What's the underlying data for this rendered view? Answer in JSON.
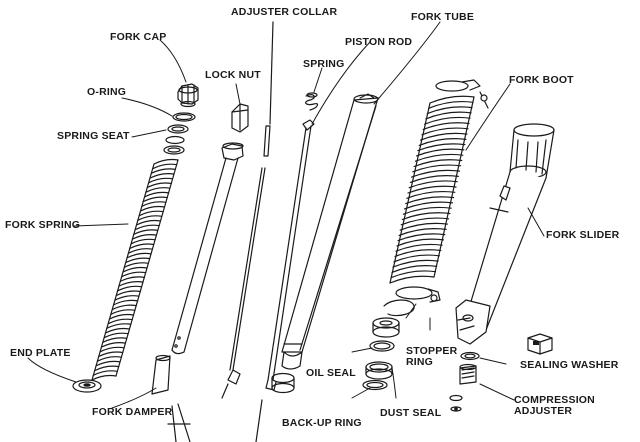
{
  "labels": {
    "adjuster_collar": "ADJUSTER COLLAR",
    "fork_tube": "FORK TUBE",
    "fork_cap": "FORK CAP",
    "piston_rod": "PISTON ROD",
    "lock_nut": "LOCK NUT",
    "spring": "SPRING",
    "o_ring": "O-RING",
    "fork_boot": "FORK BOOT",
    "spring_seat": "SPRING SEAT",
    "fork_spring": "FORK SPRING",
    "fork_slider": "FORK SLIDER",
    "end_plate": "END PLATE",
    "stopper_ring_line1": "STOPPER",
    "stopper_ring_line2": "RING",
    "sealing_washer": "SEALING WASHER",
    "oil_seal": "OIL SEAL",
    "fork_damper": "FORK DAMPER",
    "compression_adjuster_line1": "COMPRESSION",
    "compression_adjuster_line2": "ADJUSTER",
    "back_up_ring": "BACK-UP RING",
    "dust_seal": "DUST SEAL"
  },
  "colors": {
    "ink": "#1a1a1a",
    "background": "#ffffff"
  }
}
